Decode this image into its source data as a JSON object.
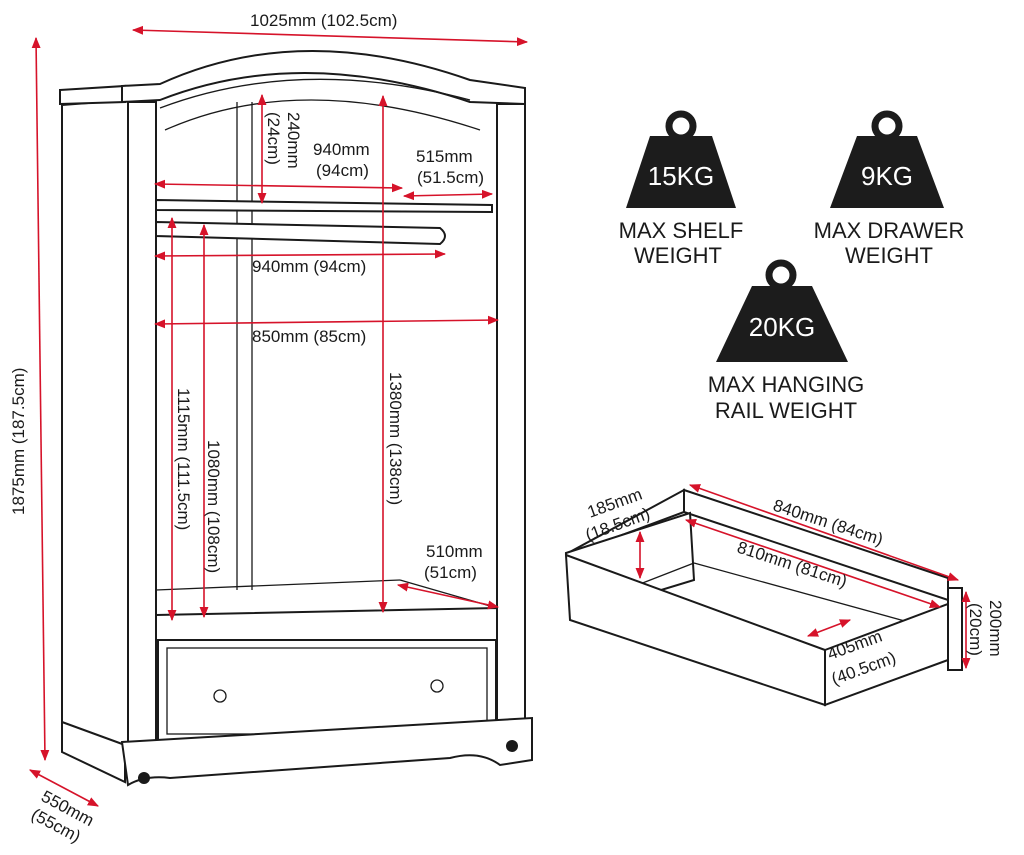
{
  "wardrobe_dims": {
    "width_total": "1025mm (102.5cm)",
    "height_total": "1875mm (187.5cm)",
    "depth_total": [
      "550mm",
      "(55cm)"
    ],
    "top_gap": [
      "240mm",
      "(24cm)"
    ],
    "shelf_width": [
      "940mm",
      "(94cm)"
    ],
    "shelf_depth": [
      "515mm",
      "(51.5cm)"
    ],
    "rail_width": "940mm (94cm)",
    "inner_width": "850mm (85cm)",
    "hanging_height": "1380mm (138cm)",
    "left_height_1": "1115mm (111.5cm)",
    "left_height_2": "1080mm (108cm)",
    "base_depth": [
      "510mm",
      "(51cm)"
    ]
  },
  "drawer_dims": {
    "side_height": [
      "185mm",
      "(18.5cm)"
    ],
    "outer_length": "840mm (84cm)",
    "inner_length": "810mm (81cm)",
    "inner_depth": [
      "405mm",
      "(40.5cm)"
    ],
    "front_height": [
      "200mm",
      "(20cm)"
    ]
  },
  "weights": [
    {
      "value": "15KG",
      "label_lines": [
        "MAX SHELF",
        "WEIGHT"
      ]
    },
    {
      "value": "9KG",
      "label_lines": [
        "MAX DRAWER",
        "WEIGHT"
      ]
    },
    {
      "value": "20KG",
      "label_lines": [
        "MAX HANGING",
        "RAIL WEIGHT"
      ]
    }
  ],
  "colors": {
    "dimension": "#d6132a",
    "line": "#1a1a1a",
    "weight_icon": "#1c1c1c"
  }
}
